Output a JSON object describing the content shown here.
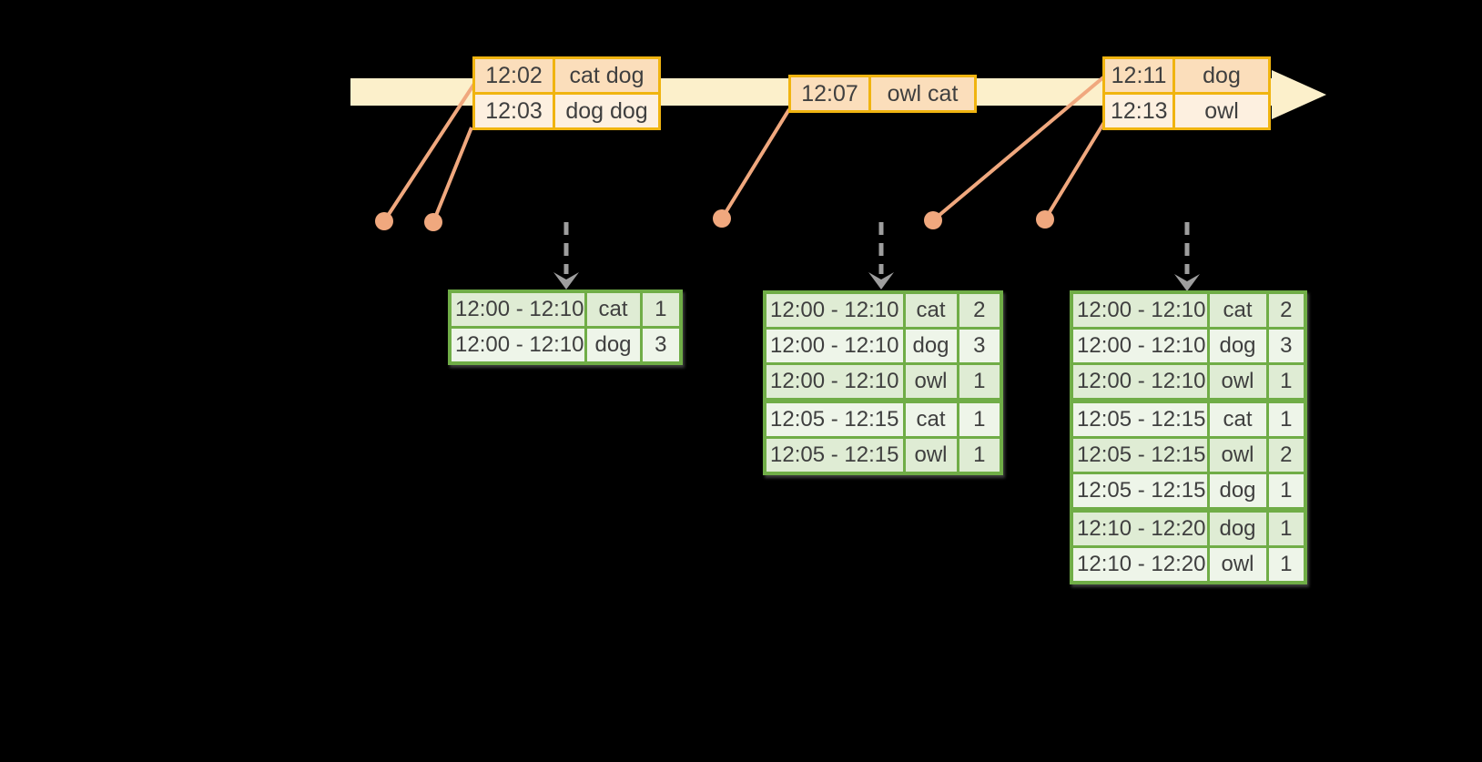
{
  "colors": {
    "background": "#000000",
    "timeline_fill": "#fcf0cb",
    "event_table_border": "#f0b410",
    "event_row_dark": "#fbdebb",
    "event_row_light": "#fdf0e0",
    "connector_salmon": "#f0a87e",
    "trigger_arrow_gray": "#9e9e9e",
    "result_table_border": "#70ad47",
    "result_row_dark": "#dfecd4",
    "result_row_light": "#eef5e9",
    "cell_text": "#3f3f3f"
  },
  "icons": {
    "timeline_arrow": "right-arrow-band",
    "event_dot": "filled-circle",
    "trigger_arrow": "dashed-down-arrow"
  },
  "event_tables": [
    {
      "rows": [
        {
          "time": "12:02",
          "words": "cat dog"
        },
        {
          "time": "12:03",
          "words": "dog dog"
        }
      ]
    },
    {
      "rows": [
        {
          "time": "12:07",
          "words": "owl cat"
        }
      ]
    },
    {
      "rows": [
        {
          "time": "12:11",
          "words": "dog"
        },
        {
          "time": "12:13",
          "words": "owl"
        }
      ]
    }
  ],
  "result_tables": [
    {
      "rows": [
        {
          "window": "12:00 - 12:10",
          "word": "cat",
          "count": "1"
        },
        {
          "window": "12:00 - 12:10",
          "word": "dog",
          "count": "3"
        }
      ]
    },
    {
      "rows": [
        {
          "window": "12:00 - 12:10",
          "word": "cat",
          "count": "2"
        },
        {
          "window": "12:00 - 12:10",
          "word": "dog",
          "count": "3"
        },
        {
          "window": "12:00 - 12:10",
          "word": "owl",
          "count": "1"
        },
        {
          "window": "12:05 - 12:15",
          "word": "cat",
          "count": "1"
        },
        {
          "window": "12:05 - 12:15",
          "word": "owl",
          "count": "1"
        }
      ]
    },
    {
      "rows": [
        {
          "window": "12:00 - 12:10",
          "word": "cat",
          "count": "2"
        },
        {
          "window": "12:00 - 12:10",
          "word": "dog",
          "count": "3"
        },
        {
          "window": "12:00 - 12:10",
          "word": "owl",
          "count": "1"
        },
        {
          "window": "12:05 - 12:15",
          "word": "cat",
          "count": "1"
        },
        {
          "window": "12:05 - 12:15",
          "word": "owl",
          "count": "2"
        },
        {
          "window": "12:05 - 12:15",
          "word": "dog",
          "count": "1"
        },
        {
          "window": "12:10 - 12:20",
          "word": "dog",
          "count": "1"
        },
        {
          "window": "12:10 - 12:20",
          "word": "owl",
          "count": "1"
        }
      ]
    }
  ]
}
